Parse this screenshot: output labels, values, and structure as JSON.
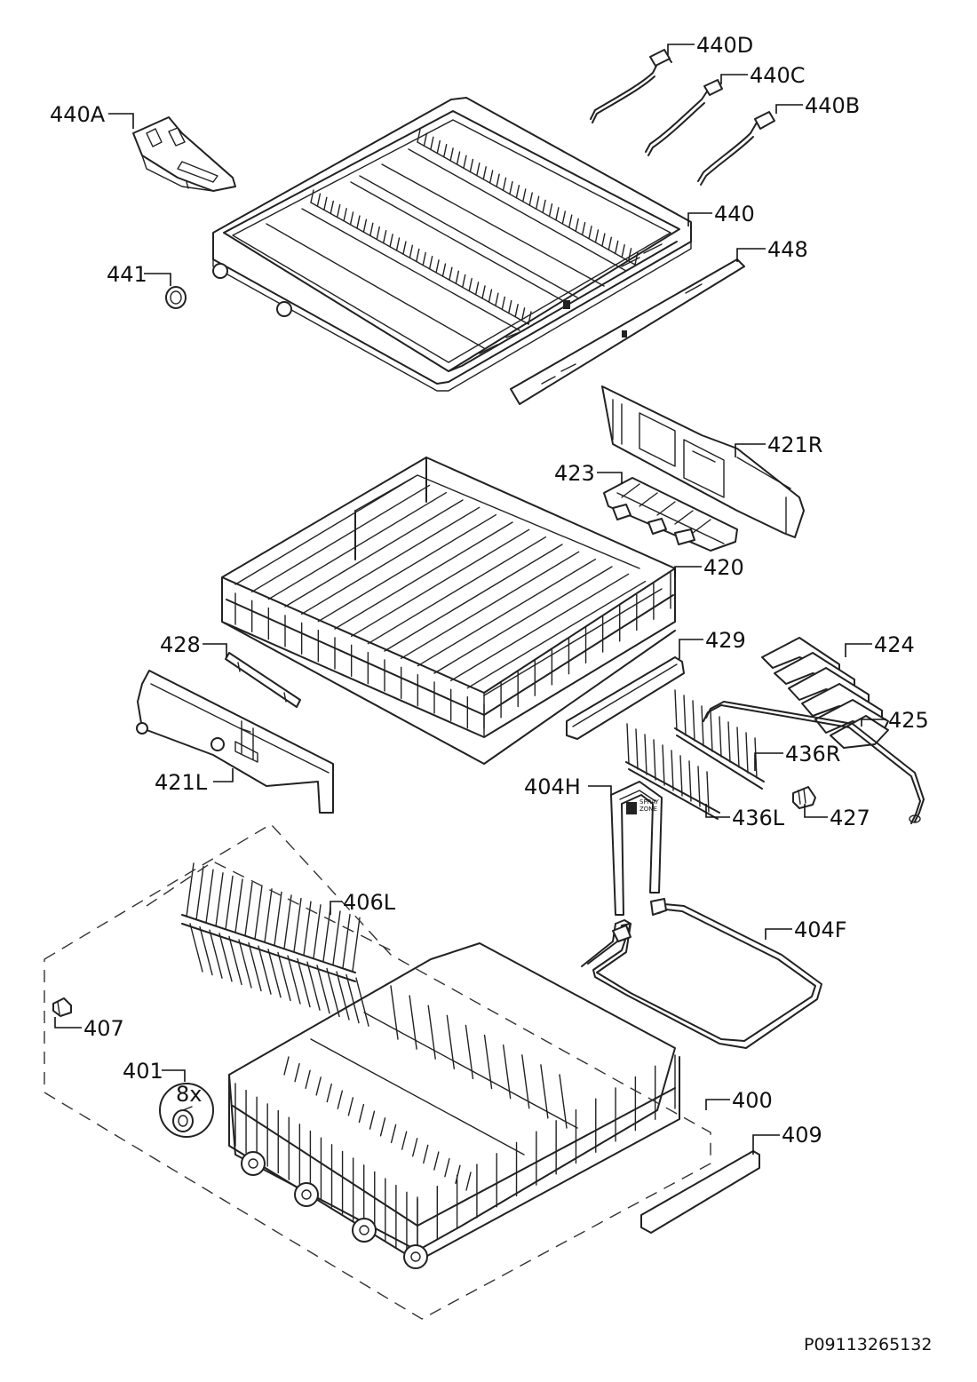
{
  "callouts": {
    "c440D": "440D",
    "c440C": "440C",
    "c440B": "440B",
    "c440A": "440A",
    "c440": "440",
    "c448": "448",
    "c441": "441",
    "c421R": "421R",
    "c423": "423",
    "c420": "420",
    "c428": "428",
    "c429": "429",
    "c424": "424",
    "c425": "425",
    "c436R": "436R",
    "c421L": "421L",
    "c404H": "404H",
    "c436L": "436L",
    "c427": "427",
    "c406L": "406L",
    "c404F": "404F",
    "c407": "407",
    "c401": "401",
    "c401qty": "8x",
    "c400": "400",
    "c409": "409"
  },
  "labels": {
    "spray_zone_line1": "SPRAY",
    "spray_zone_line2": "ZONE"
  },
  "document_number": "P09113265132"
}
